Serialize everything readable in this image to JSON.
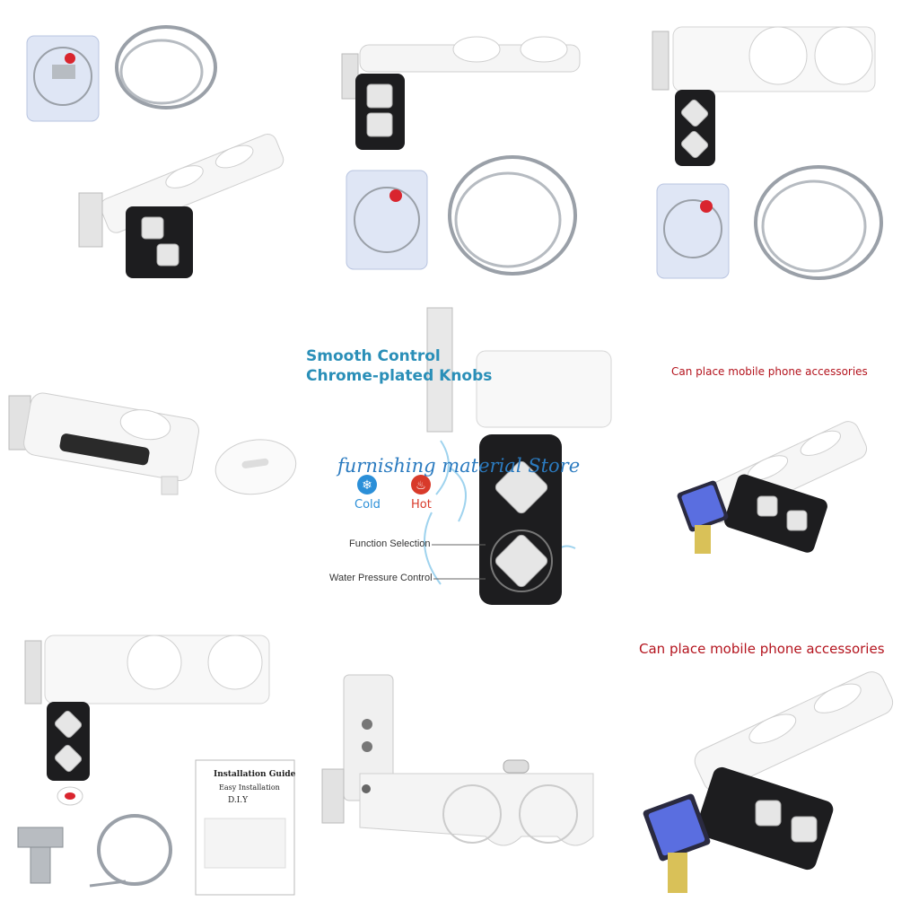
{
  "grid": {
    "cells": [
      {
        "name": "kit-overview"
      },
      {
        "name": "angle-view-with-hoses"
      },
      {
        "name": "top-view-with-hoses"
      },
      {
        "name": "exploded-cover-view"
      },
      {
        "name": "knob-control-feature"
      },
      {
        "name": "phone-holder-small"
      },
      {
        "name": "front-view-with-kit"
      },
      {
        "name": "underside-view"
      },
      {
        "name": "phone-holder-large"
      }
    ]
  },
  "feature_panel": {
    "headline_line1": "Smooth Control",
    "headline_line2": "Chrome-plated Knobs",
    "watermark": "furnishing material Store",
    "cold_label": "Cold",
    "hot_label": "Hot",
    "function_label": "Function Selection",
    "pressure_label": "Water Pressure Control"
  },
  "phone_panel_small": {
    "caption": "Can place mobile phone accessories"
  },
  "phone_panel_large": {
    "caption": "Can place mobile phone accessories"
  },
  "guide": {
    "title": "Installation Guide",
    "subtitle": "Easy Installation",
    "diy": "D.I.Y"
  },
  "colors": {
    "caption_red": "#b4141e",
    "headline_teal": "#2a8fb8",
    "store_blue": "#2b7bc0",
    "cold_blue": "#2b8fd8",
    "hot_red": "#d83a2a"
  }
}
